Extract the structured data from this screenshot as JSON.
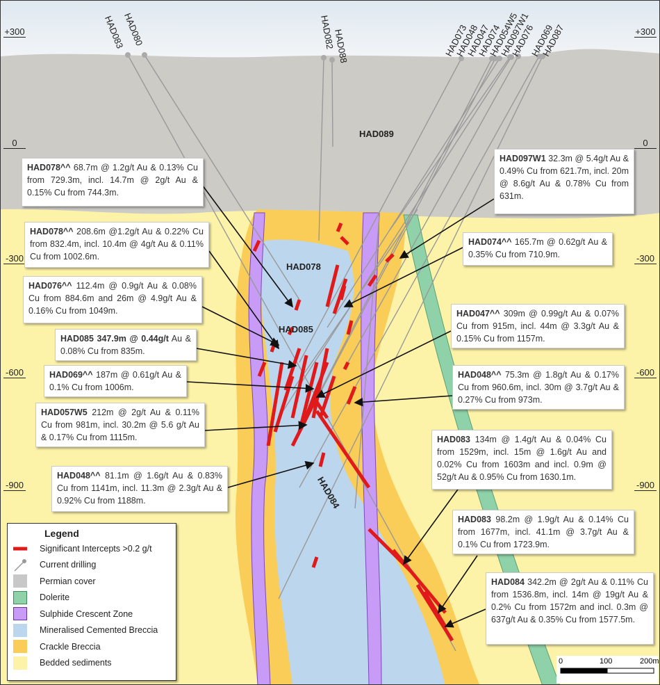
{
  "elevations": [
    "+300",
    "0",
    "-300",
    "-600",
    "-900"
  ],
  "holes_left": [
    "HAD083",
    "HAD080",
    "HAD082",
    "HAD088"
  ],
  "holes_right": [
    "HAD073",
    "HAD048",
    "HAD047",
    "HAD074",
    "HAD054W5",
    "HAD097W1",
    "HAD076",
    "HAD069",
    "HAD087"
  ],
  "section_labels": {
    "had089": "HAD089",
    "had078": "HAD078",
    "had085": "HAD085",
    "had084": "HAD084"
  },
  "annotations": [
    {
      "id": "HAD078^^",
      "text": " 68.7m @ 1.2g/t Au & 0.13% Cu from 729.3m, incl. 14.7m @ 2g/t Au & 0.15% Cu from 744.3m."
    },
    {
      "id": "HAD078^^",
      "text": " 208.6m @1.2g/t Au & 0.22% Cu from 832.4m, incl. 10.4m @ 4g/t Au & 0.11% Cu from 1002.6m."
    },
    {
      "id": "HAD076^^",
      "text": " 112.4m @ 0.9g/t Au & 0.08% Cu from 884.6m and 26m @ 4.9g/t Au & 0.16% Cu from 1049m."
    },
    {
      "id": "HAD085 347.9m @ 0.44g/t",
      "text": " Au & 0.08% Cu from 835m."
    },
    {
      "id": "HAD069^^",
      "text": " 187m @ 0.61g/t Au & 0.1% Cu from 1006m."
    },
    {
      "id": "HAD057W5",
      "text": " 212m @ 2g/t Au & 0.11% Cu from 981m, incl. 30.2m @ 5.6 g/t Au & 0.17% Cu from 1115m."
    },
    {
      "id": "HAD048^^",
      "text": " 81.1m @ 1.6g/t Au & 0.83% Cu from 1141m, incl. 11.3m @ 2.3g/t Au & 0.92% Cu from 1188m."
    },
    {
      "id": "HAD097W1",
      "text": " 32.3m @ 5.4g/t Au & 0.49% Cu from 621.7m, incl. 20m @ 8.6g/t Au & 0.78% Cu from 631m."
    },
    {
      "id": "HAD074^^",
      "text": " 165.7m @ 0.62g/t Au & 0.35% Cu from 710.9m."
    },
    {
      "id": "HAD047^^",
      "text": " 309m @ 0.99g/t Au & 0.07% Cu from 915m, incl. 44m @ 3.3g/t Au & 0.15% Cu from 1157m."
    },
    {
      "id": "HAD048^^",
      "text": " 75.3m @ 1.8g/t Au & 0.17% Cu from 960.6m, incl. 30m @ 3.7g/t Au & 0.27% Cu from 973m."
    },
    {
      "id": "HAD083",
      "text": " 134m @ 1.4g/t Au & 0.04% Cu from 1529m, incl. 15m @ 1.6g/t Au and 0.02% Cu from 1603m and incl. 0.9m @ 52g/t Au & 0.95% Cu from 1630.1m."
    },
    {
      "id": "HAD083",
      "text": "  98.2m @ 1.9g/t Au & 0.14% Cu from 1677m, incl. 41.1m @ 3.7g/t Au & 0.1% Cu from 1723.9m."
    },
    {
      "id": "HAD084",
      "text": " 342.2m @ 2g/t Au & 0.11% Cu from 1536.8m, incl. 14m @ 19g/t Au & 0.2% Cu from 1572m and incl. 0.3m @ 637g/t Au & 0.35% Cu from 1577.5m."
    }
  ],
  "legend": {
    "title": "Legend",
    "items": [
      {
        "label": "Significant Intercepts >0.2 g/t",
        "color": "#e0191b"
      },
      {
        "label": "Current drilling",
        "color": "#999999"
      },
      {
        "label": "Permian cover",
        "color": "#c8c8c8"
      },
      {
        "label": "Dolerite",
        "color": "#8fd1a8"
      },
      {
        "label": "Sulphide Crescent Zone",
        "color": "#c89cf6"
      },
      {
        "label": "Mineralised Cemented Breccia",
        "color": "#bcd6ee"
      },
      {
        "label": "Crackle Breccia",
        "color": "#f9cd57"
      },
      {
        "label": "Bedded sediments",
        "color": "#fdf3a8"
      }
    ]
  },
  "scale_bar": {
    "labels": [
      "0",
      "100",
      "200m"
    ]
  }
}
